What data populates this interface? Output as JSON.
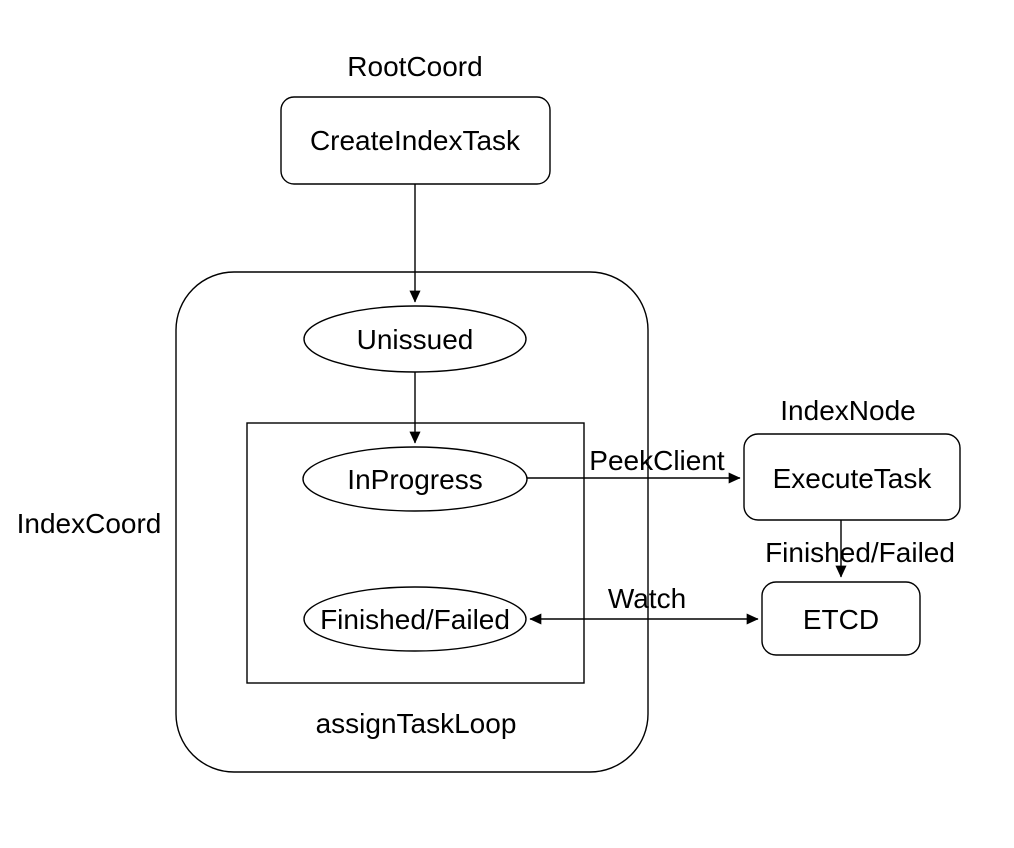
{
  "colors": {
    "background": "#ffffff",
    "stroke": "#000000",
    "text": "#000000"
  },
  "external_labels": {
    "root_coord": "RootCoord",
    "index_node": "IndexNode"
  },
  "groups": {
    "index_coord": {
      "label": "IndexCoord",
      "shape": "rounded-rect-container"
    },
    "assign_task_loop": {
      "label": "assignTaskLoop",
      "shape": "rect-container"
    }
  },
  "nodes": {
    "create_index_task": {
      "label": "CreateIndexTask",
      "shape": "rounded-rect",
      "group": "root_coord"
    },
    "unissued": {
      "label": "Unissued",
      "shape": "ellipse",
      "group": "index_coord"
    },
    "in_progress": {
      "label": "InProgress",
      "shape": "ellipse",
      "group": "assign_task_loop"
    },
    "finished_failed": {
      "label": "Finished/Failed",
      "shape": "ellipse",
      "group": "assign_task_loop"
    },
    "execute_task": {
      "label": "ExecuteTask",
      "shape": "rounded-rect",
      "group": "index_node"
    },
    "etcd": {
      "label": "ETCD",
      "shape": "rounded-rect",
      "group": "index_node"
    }
  },
  "edges": {
    "create_to_unissued": {
      "from": "create_index_task",
      "to": "unissued",
      "direction": "down"
    },
    "unissued_to_inprogress": {
      "from": "unissued",
      "to": "in_progress",
      "direction": "down"
    },
    "inprogress_to_executetask": {
      "from": "in_progress",
      "to": "execute_task",
      "label": "PeekClient",
      "direction": "right"
    },
    "executetask_to_etcd": {
      "from": "execute_task",
      "to": "etcd",
      "label": "Finished/Failed",
      "direction": "down"
    },
    "etcd_watch_finished": {
      "from": "etcd",
      "to": "finished_failed",
      "label": "Watch",
      "direction": "both"
    }
  }
}
